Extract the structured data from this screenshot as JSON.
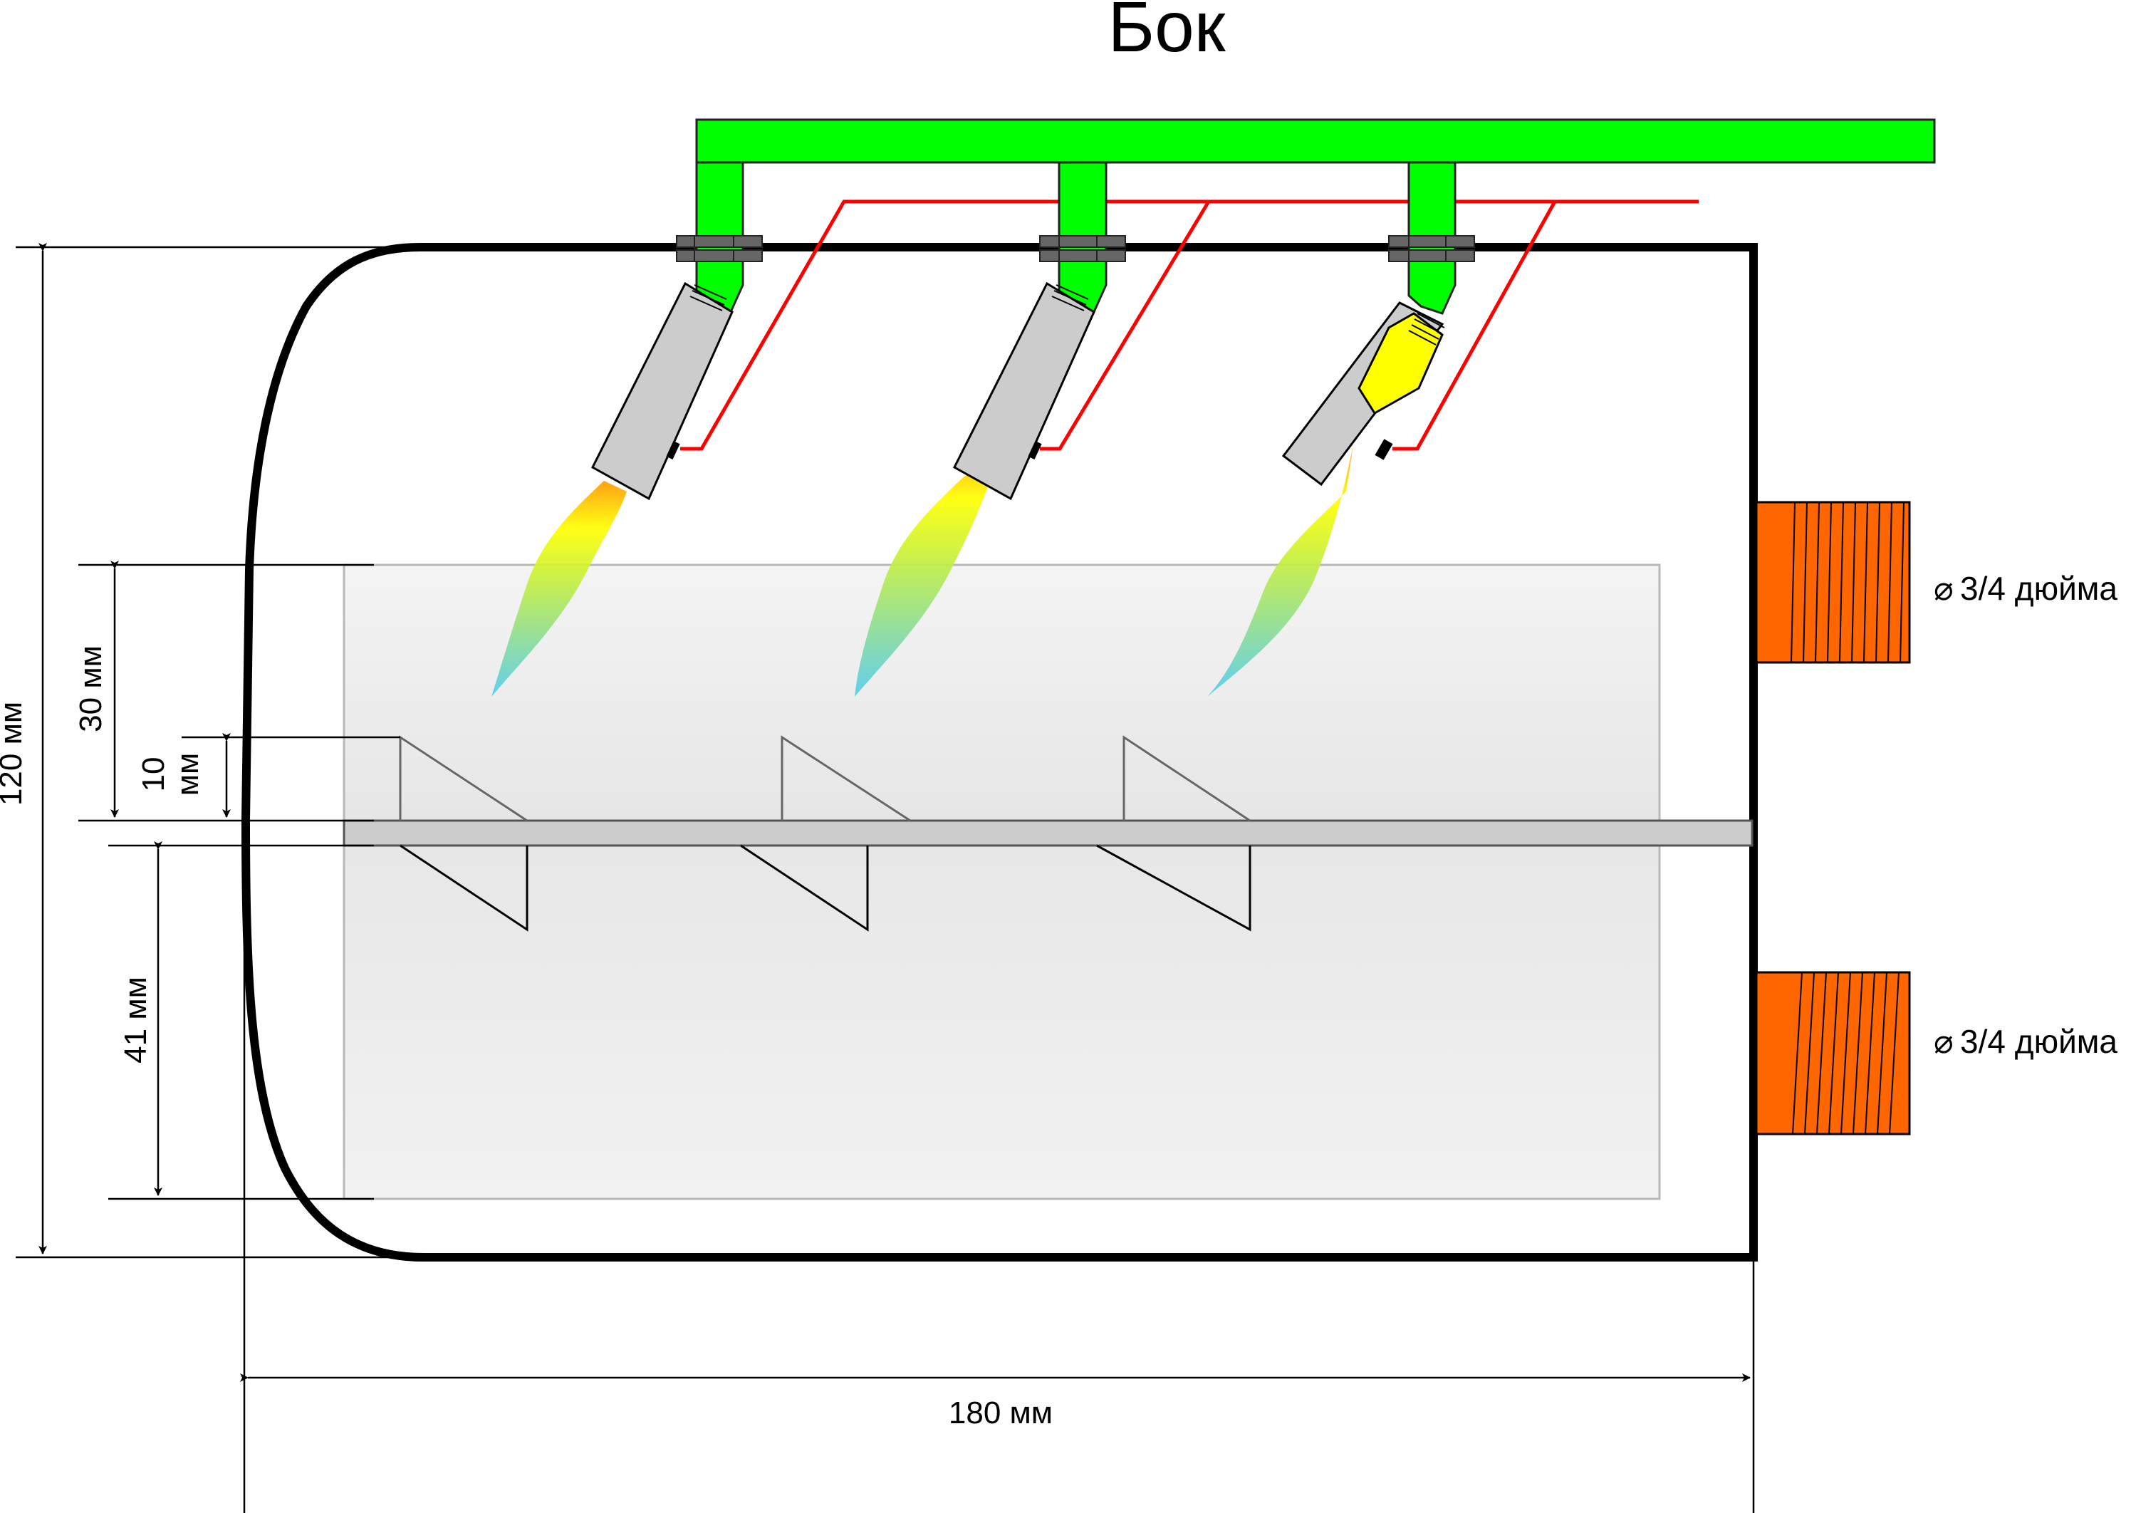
{
  "title": "Бок",
  "dimensions": {
    "overall_height": "120 мм",
    "upper_gap": "30 мм",
    "blade_height_value": "10",
    "blade_height_unit": "мм",
    "lower_gap": "41 мм",
    "overall_length": "180 мм"
  },
  "fittings": [
    {
      "label": "3/4 дюйма",
      "symbol": "⌀"
    },
    {
      "label": "3/4 дюйма",
      "symbol": "⌀"
    }
  ],
  "components": {
    "gas_manifold": "gas-manifold",
    "burners": [
      "burner-1",
      "burner-2",
      "burner-3"
    ],
    "auger_shaft": "auger-shaft",
    "ignition_wire": "ignition-wire"
  },
  "colors": {
    "manifold": "#00ff00",
    "wire": "#ff0000",
    "fitting": "#ff6600",
    "burner_body": "#cccccc",
    "clamp": "#666666",
    "tank_outline": "#000000"
  }
}
